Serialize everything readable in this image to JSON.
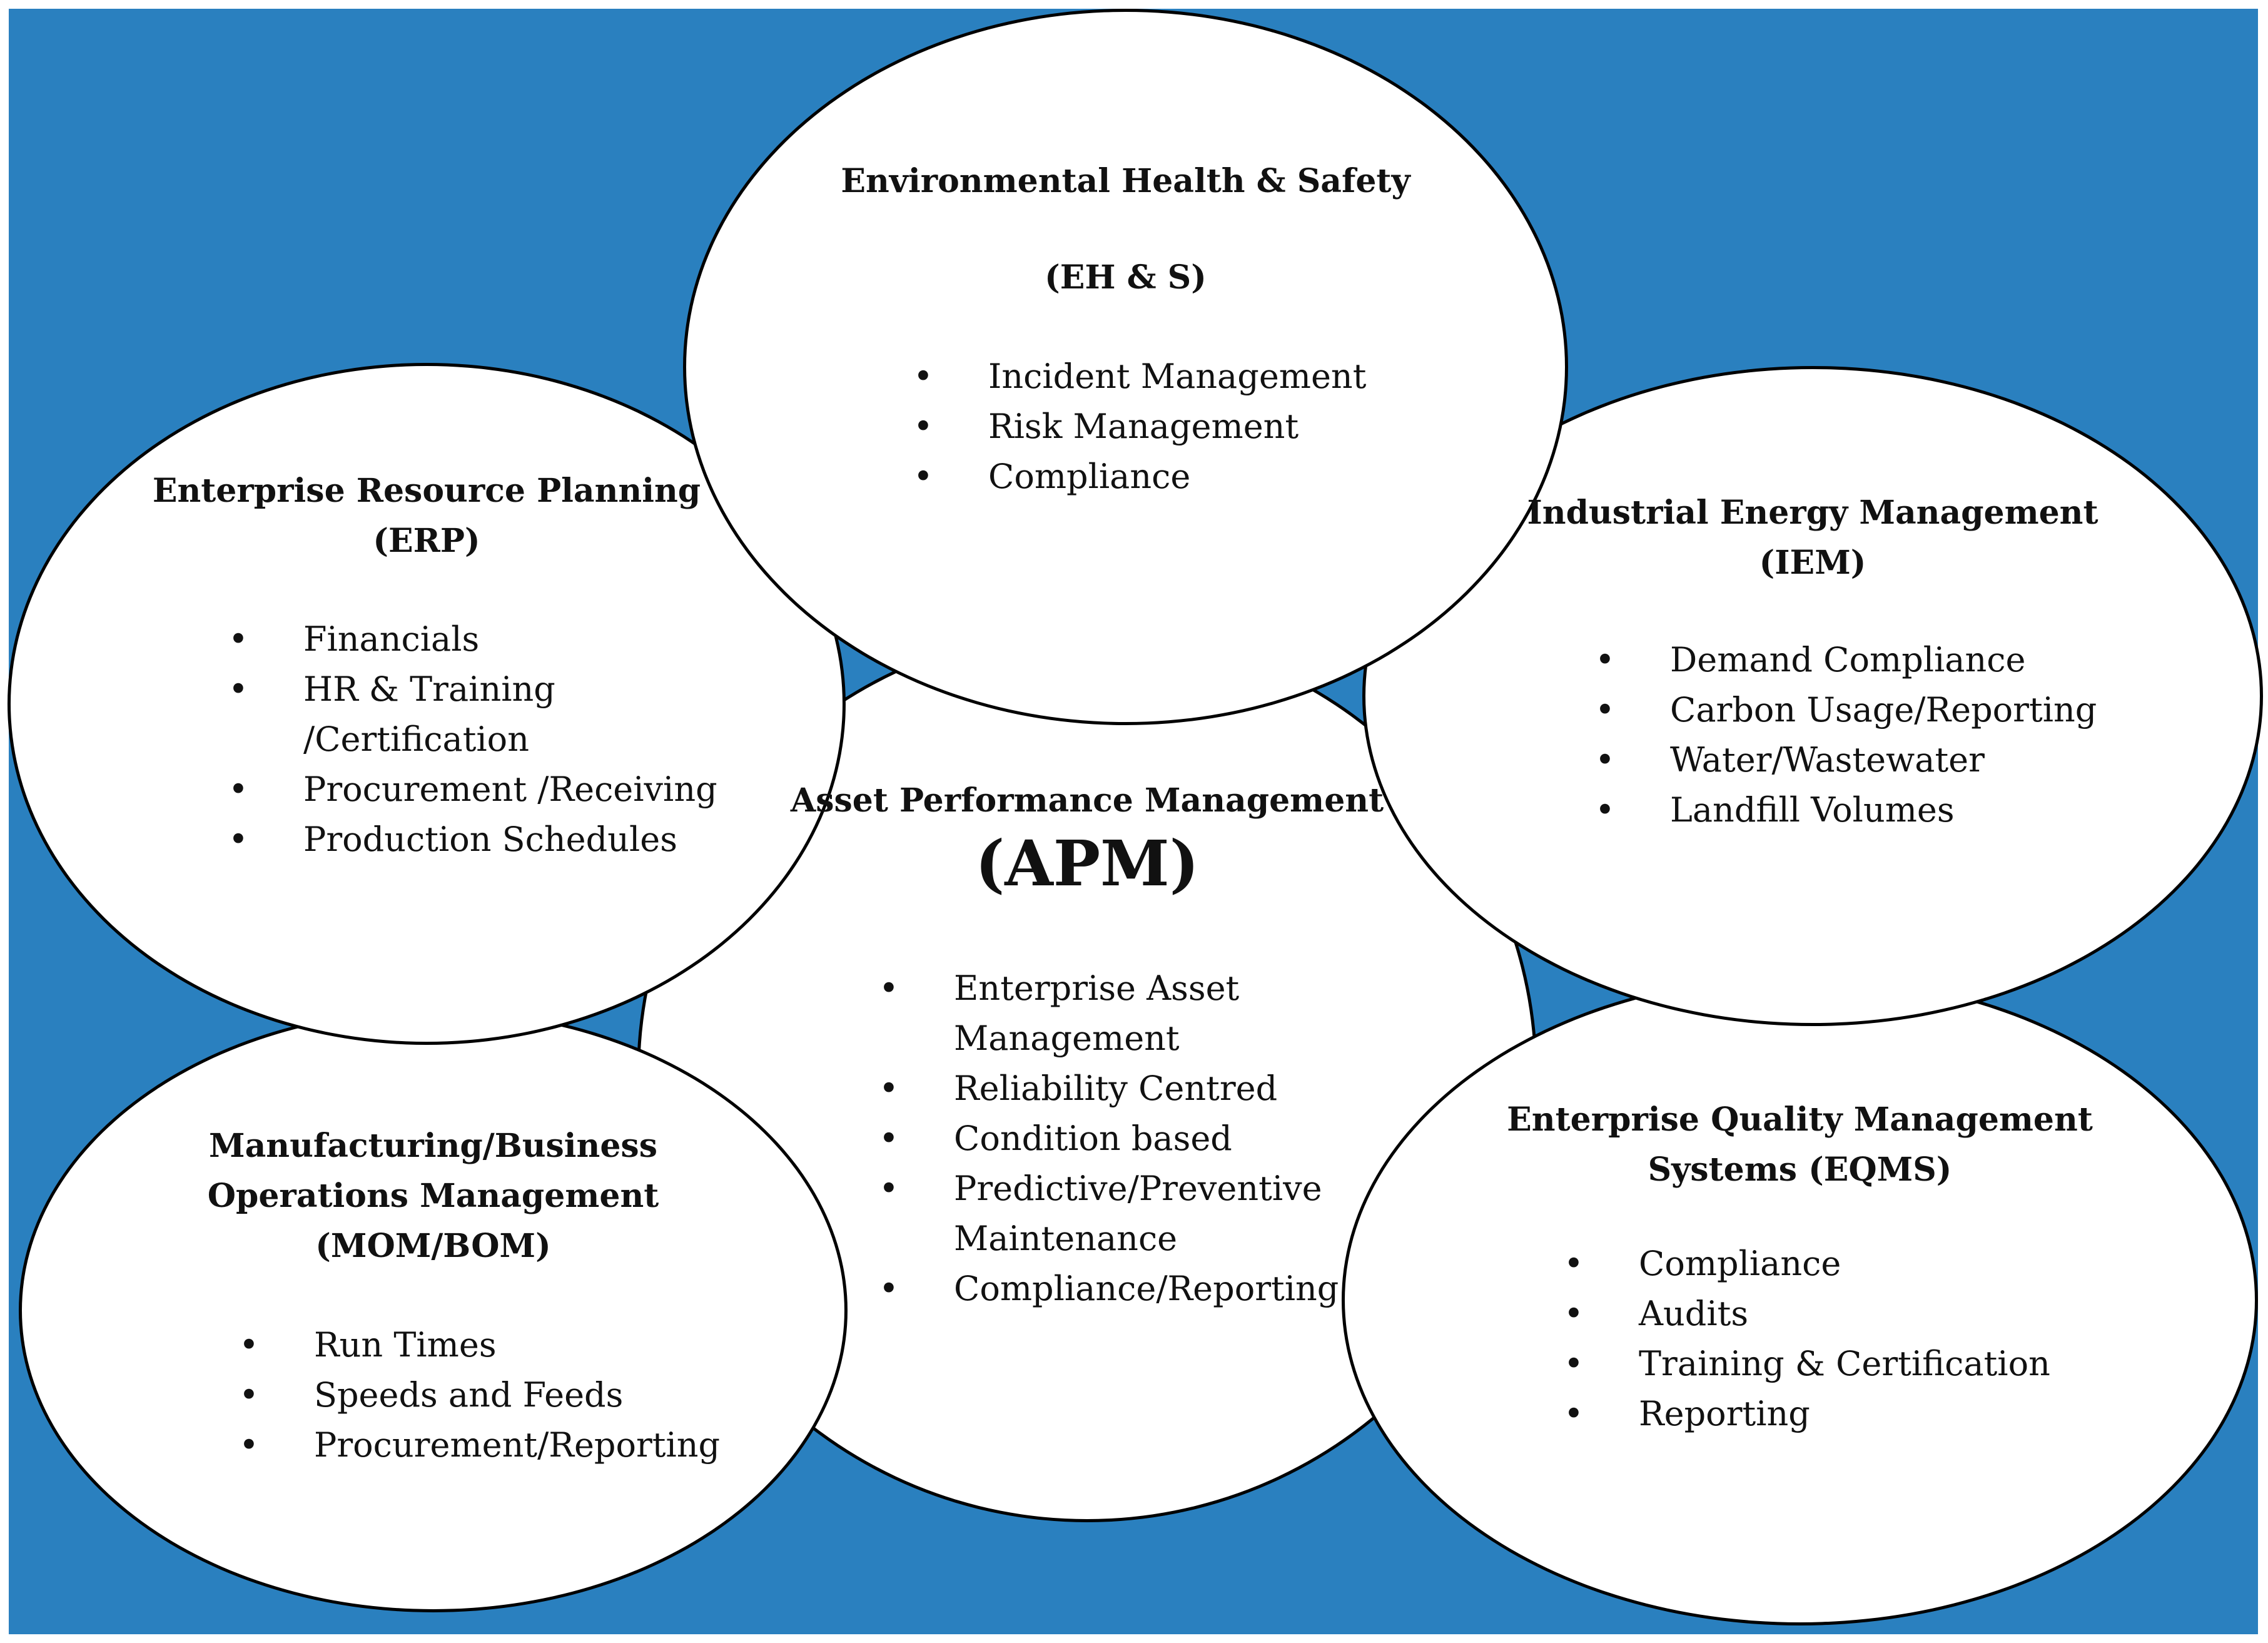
{
  "colors": {
    "background": "#2a80bf",
    "node_fill": "#ffffff",
    "node_border": "#000000"
  },
  "apm": {
    "title": "Asset Performance Management",
    "abbr": "(APM)",
    "items": [
      "Enterprise Asset",
      "Management",
      "Reliability Centred",
      "Condition based",
      "Predictive/Preventive",
      "Maintenance",
      "Compliance/Reporting"
    ]
  },
  "ehs": {
    "title": "Environmental Health & Safety",
    "abbr": "(EH & S)",
    "items": [
      "Incident Management",
      "Risk Management",
      "Compliance"
    ]
  },
  "erp": {
    "title": "Enterprise Resource Planning",
    "abbr": "(ERP)",
    "items": [
      "Financials",
      "HR & Training",
      "/Certification",
      "Procurement /Receiving",
      "Production Schedules"
    ]
  },
  "iem": {
    "title": "Industrial Energy Management",
    "abbr": "(IEM)",
    "items": [
      "Demand Compliance",
      "Carbon Usage/Reporting",
      "Water/Wastewater",
      "Landfill Volumes"
    ]
  },
  "mom": {
    "title_line1": "Manufacturing/Business",
    "title_line2": "Operations Management",
    "abbr": "(MOM/BOM)",
    "items": [
      "Run Times",
      "Speeds and Feeds",
      "Procurement/Reporting"
    ]
  },
  "eqms": {
    "title_line1": "Enterprise Quality Management",
    "title_line2": "Systems (EQMS)",
    "items": [
      "Compliance",
      "Audits",
      "Training & Certification",
      "Reporting"
    ]
  },
  "bullet_symbol": "•"
}
